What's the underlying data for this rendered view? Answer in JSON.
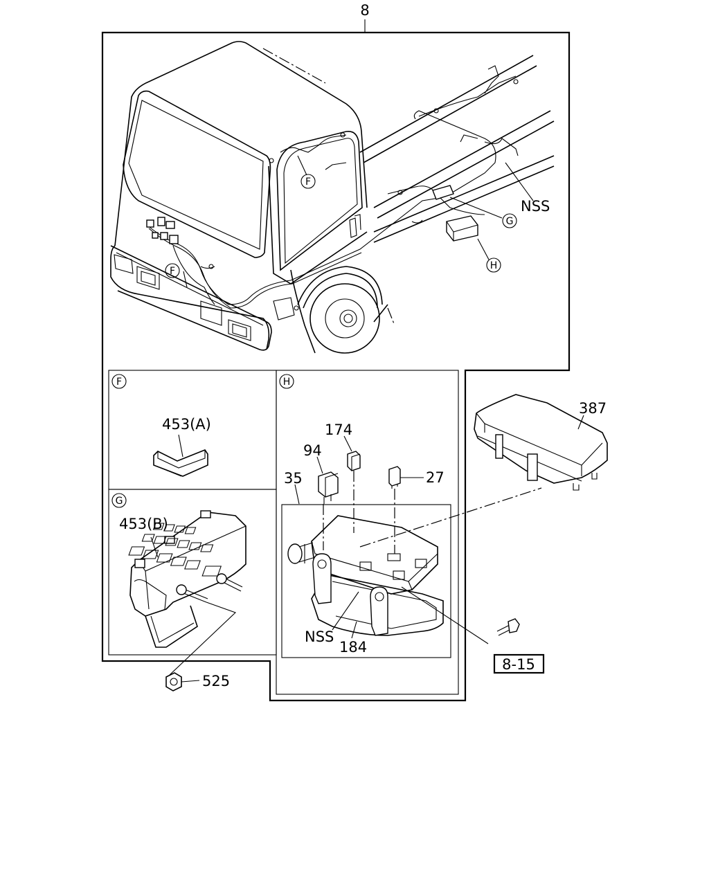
{
  "callouts": {
    "top": "8",
    "nss_main": "NSS",
    "p387": "387",
    "p174": "174",
    "p94": "94",
    "p35": "35",
    "p27": "27",
    "nss_box": "NSS",
    "p184": "184",
    "p453a": "453(A)",
    "p453b": "453(B)",
    "p525": "525",
    "ref_8_15": "8-15"
  },
  "circle_markers": {
    "f": "F",
    "g": "G",
    "h": "H"
  }
}
